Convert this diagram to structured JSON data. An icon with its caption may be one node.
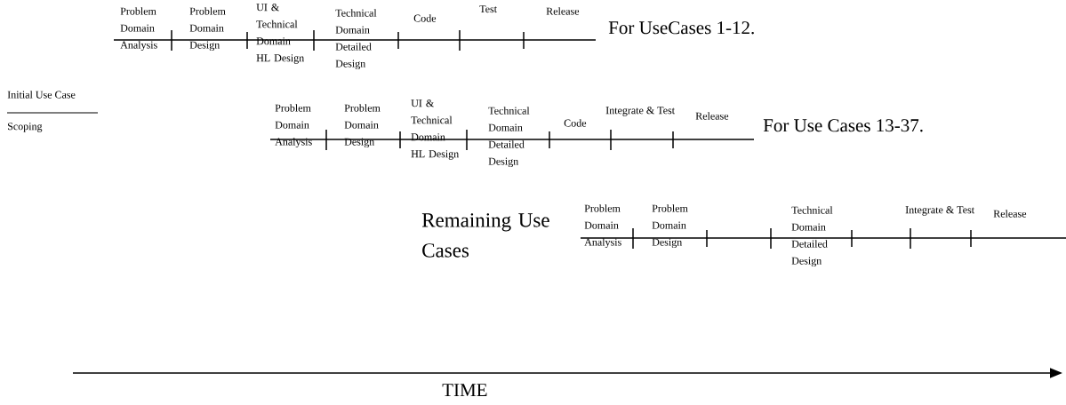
{
  "diagram": {
    "labels": [
      "Problem Domain Analysis",
      "Problem Domain Design",
      "UI & Technical Domain HL Design",
      "Technical Domain Detailed Design",
      "Code",
      "Test",
      "Release",
      "For UseCases 1-12.",
      "Initial Use Case",
      "Scoping",
      "Problem Domain Analysis",
      "Problem Domain Design",
      "UI & Technical Domain HL Design",
      "Technical Domain Detailed Design",
      "Code",
      "Integrate & Test",
      "Release",
      "For Use Cases 13-37.",
      "Remaining Use Cases",
      "Problem Domain Analysis",
      "Problem Domain Design",
      "Technical Domain Detailed Design",
      "Integrate & Test",
      "Release",
      "TIME"
    ]
  }
}
